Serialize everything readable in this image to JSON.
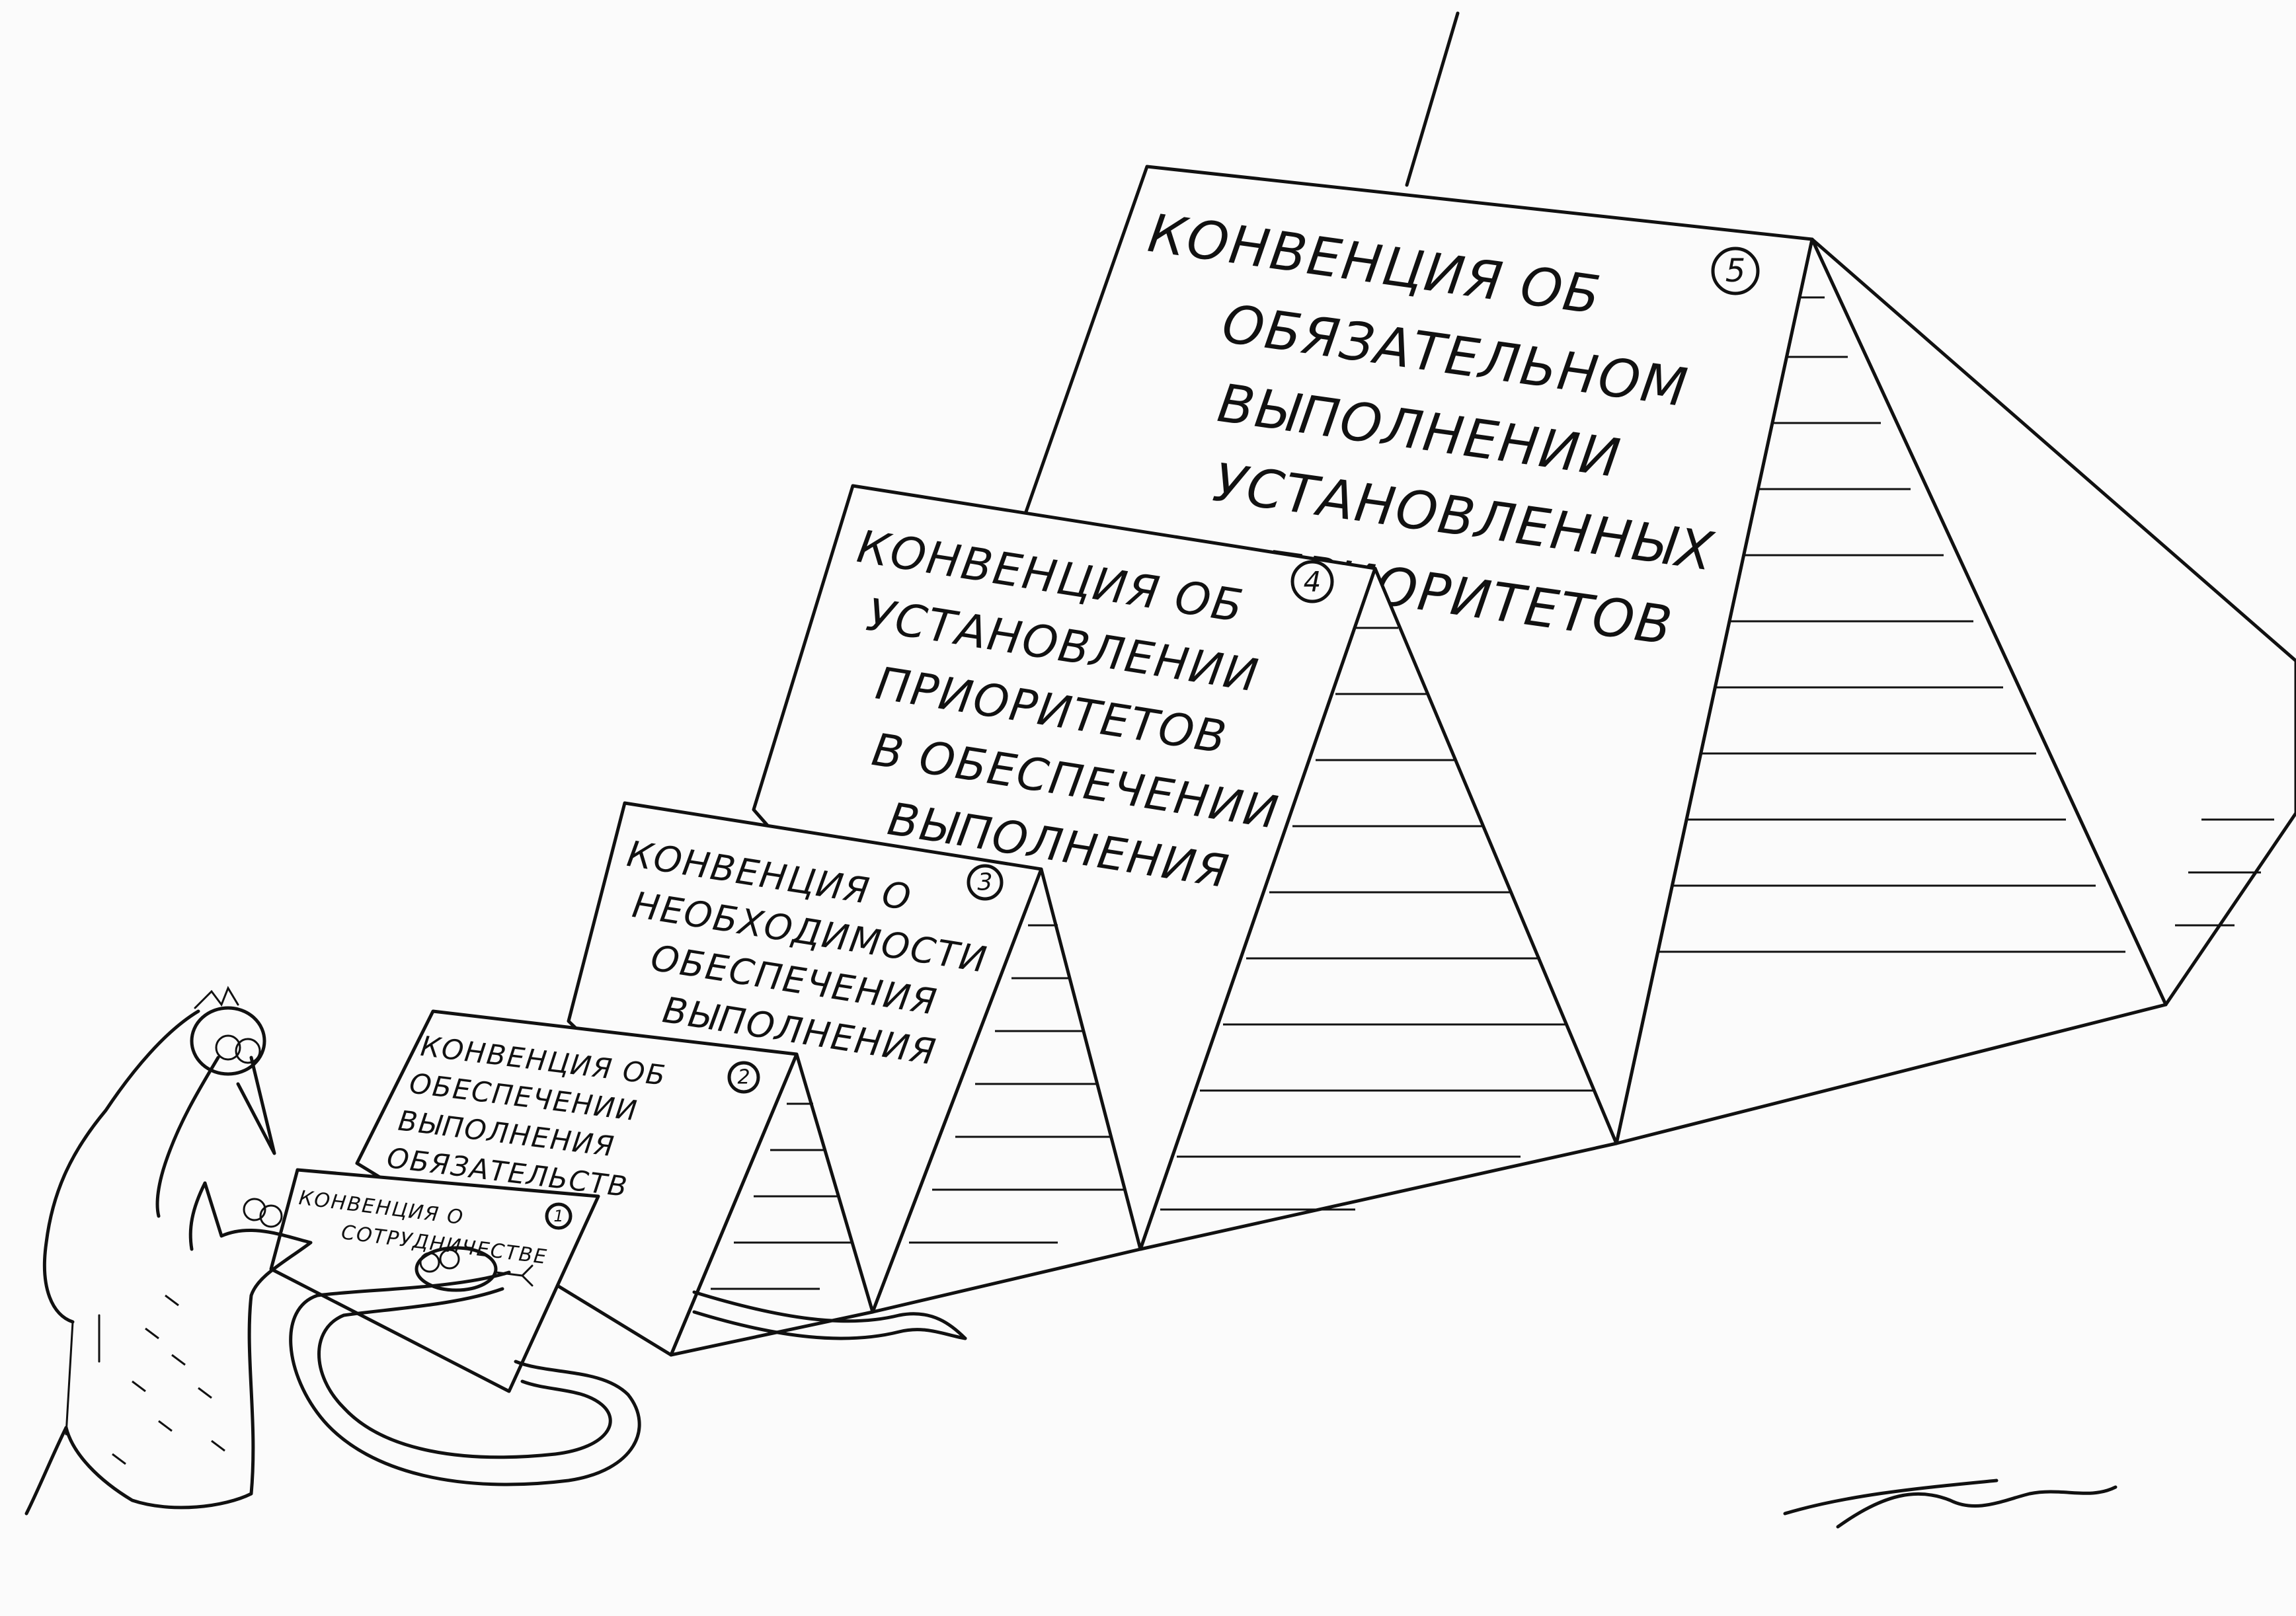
{
  "signs": [
    {
      "number": "1",
      "lines": [
        "КОНВЕНЦИЯ О",
        "СОТРУДНИЧЕСТВЕ"
      ]
    },
    {
      "number": "2",
      "lines": [
        "КОНВЕНЦИЯ ОБ",
        "ОБЕСПЕЧЕНИИ",
        "ВЫПОЛНЕНИЯ",
        "ОБЯЗАТЕЛЬСТВ"
      ]
    },
    {
      "number": "3",
      "lines": [
        "КОНВЕНЦИЯ О",
        "НЕОБХОДИМОСТИ",
        "ОБЕСПЕЧЕНИЯ",
        "ВЫПОЛНЕНИЯ"
      ]
    },
    {
      "number": "4",
      "lines": [
        "КОНВЕНЦИЯ ОБ",
        "УСТАНОВЛЕНИИ",
        "ПРИОРИТЕТОВ",
        "В ОБЕСПЕЧЕНИИ",
        "ВЫПОЛНЕНИЯ"
      ]
    },
    {
      "number": "5",
      "lines": [
        "КОНВЕНЦИЯ ОБ",
        "ОБЯЗАТЕЛЬНОМ",
        "ВЫПОЛНЕНИИ",
        "УСТАНОВЛЕННЫХ",
        "ПРИОРИТЕТОВ"
      ]
    }
  ],
  "colors": {
    "ink": "#111111",
    "paper": "#fbfbfb"
  },
  "icons": {
    "bird": "crow-icon",
    "rat": "rat-icon",
    "snake": "snake-icon",
    "signature": "signature-icon"
  }
}
